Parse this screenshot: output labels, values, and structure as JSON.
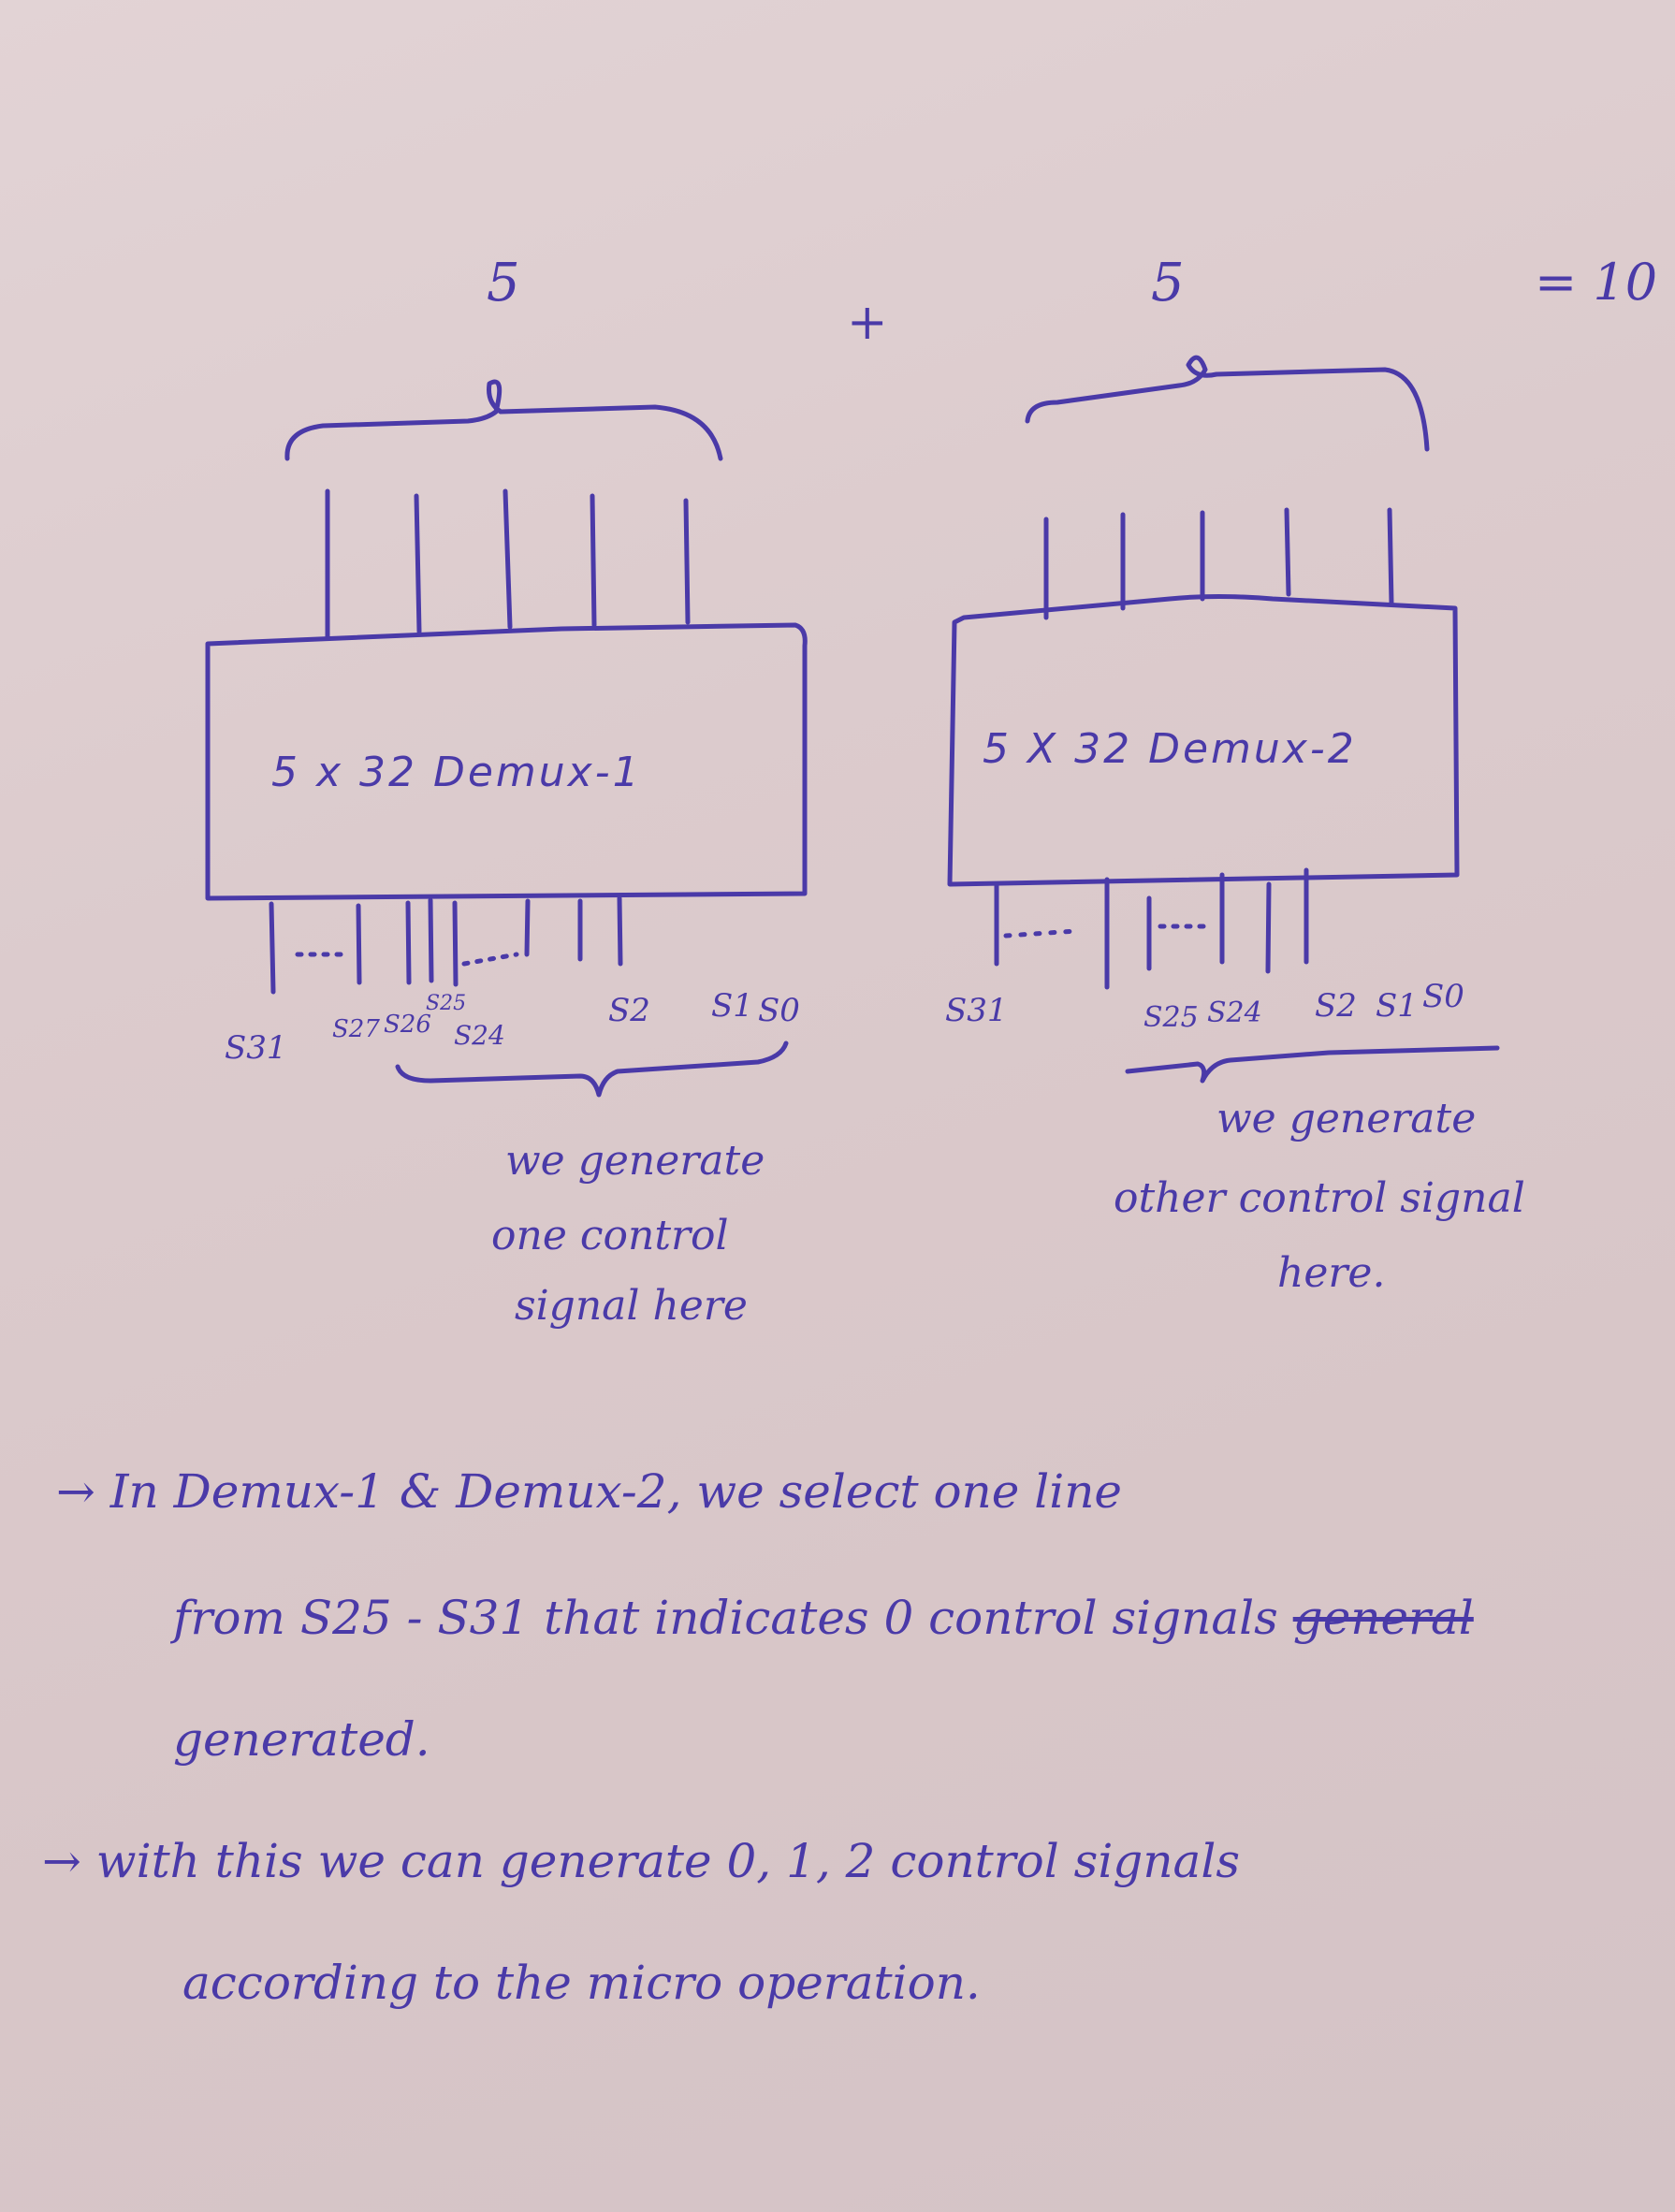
{
  "header": {
    "left_count": "5",
    "plus": "+",
    "right_count": "5",
    "equals_total": "= 10"
  },
  "demux1": {
    "label": "5 x 32  Demux-1",
    "outputs": [
      "S31",
      "S27",
      "S26",
      "S25",
      "S24",
      "S2",
      "S1",
      "S0"
    ],
    "note_lines": [
      "we generate",
      "one control",
      "signal here"
    ]
  },
  "demux2": {
    "label": "5 X 32  Demux-2",
    "outputs": [
      "S31",
      "S25",
      "S24",
      "S2",
      "S1",
      "S0"
    ],
    "note_lines": [
      "we generate",
      "other control signal",
      "here."
    ]
  },
  "notes": {
    "line1": "→ In Demux-1 & Demux-2, we select one line",
    "line2_a": "from S25 - S31 that indicates 0 control signals",
    "line2_strike": "general",
    "line3": "generated.",
    "line4": "→ with this we can generate 0, 1, 2 control signals",
    "line5": "according to the micro operation."
  },
  "colors": {
    "ink": "#4a3aa8",
    "paper": "#dccbcd"
  }
}
